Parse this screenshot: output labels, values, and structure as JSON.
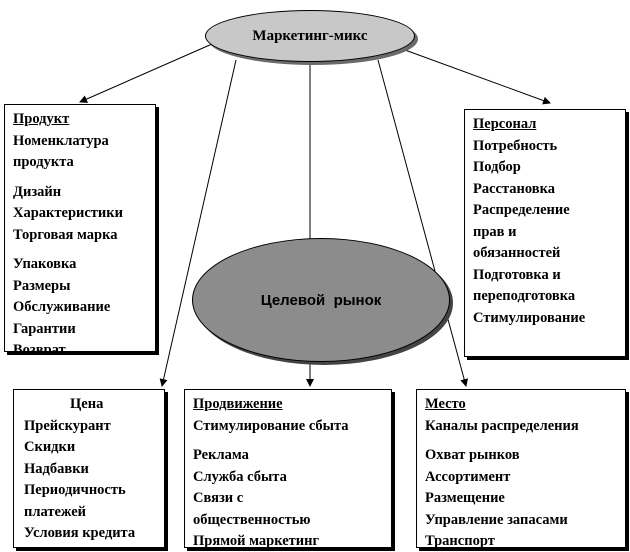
{
  "center": {
    "mix_label": "Маркетинг-микс",
    "target_label": "Целевой  рынок"
  },
  "product": {
    "heading": "Продукт",
    "group1": [
      "Номенклатура",
      "продукта"
    ],
    "group2": [
      "Дизайн",
      "Характеристики",
      "Торговая марка"
    ],
    "group3": [
      "Упаковка",
      "Размеры",
      "Обслуживание",
      "Гарантии",
      "Возврат"
    ]
  },
  "staff": {
    "heading": "Персонал",
    "items": [
      "Потребность",
      "Подбор",
      "Расстановка",
      "Распределение",
      "прав и",
      "обязанностей",
      "Подготовка и",
      "переподготовка",
      "Стимулирование"
    ]
  },
  "price": {
    "heading": "Цена",
    "items": [
      "Прейскурант",
      "Скидки",
      "Надбавки",
      "Периодичность",
      "платежей",
      "Условия кредита"
    ]
  },
  "promotion": {
    "heading": "Продвижение",
    "group1": [
      "Стимулирование сбыта"
    ],
    "group2": [
      "Реклама",
      "Служба сбыта",
      "Связи с",
      "общественностью",
      "Прямой маркетинг"
    ]
  },
  "place": {
    "heading": "Место",
    "group1": [
      "Каналы распределения"
    ],
    "group2": [
      "Охват рынков",
      "Ассортимент",
      "Размещение",
      "Управление запасами",
      "Транспорт"
    ]
  },
  "style": {
    "line_color": "#000000",
    "mix_fill": "#c8c8c8",
    "target_fill": "#8c8c8c"
  }
}
